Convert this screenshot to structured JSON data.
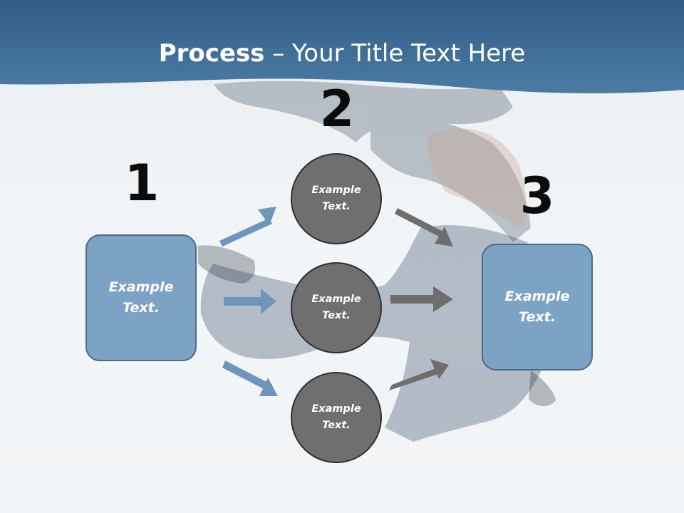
{
  "slide": {
    "title_bold": "Process",
    "title_rest": " – Your Title Text Here",
    "steps": [
      {
        "number": "1",
        "box_text": "Example\nText."
      },
      {
        "number": "2",
        "circles": [
          "Example\nText.",
          "Example\nText.",
          "Example\nText."
        ]
      },
      {
        "number": "3",
        "box_text": "Example\nText."
      }
    ]
  },
  "colors": {
    "banner": "#3f6d96",
    "box_fill": "#7ca2c4",
    "circle_fill": "#6f6f6f",
    "blue_arrow": "#6f95bb",
    "gray_arrow": "#6e6e6e"
  }
}
